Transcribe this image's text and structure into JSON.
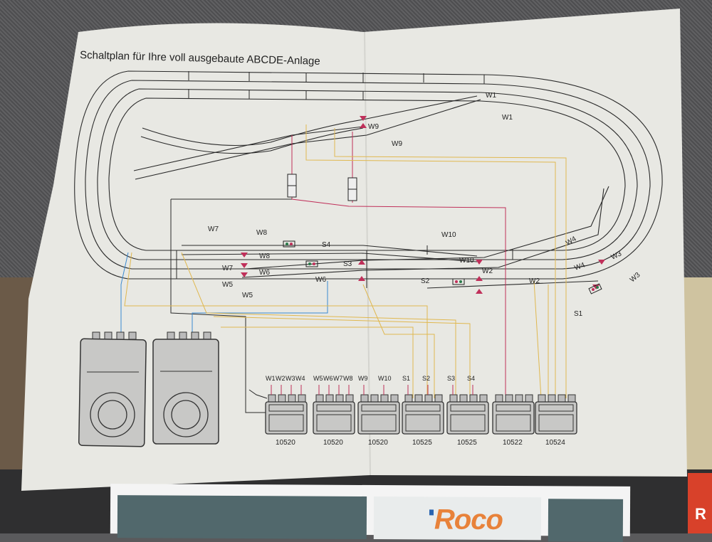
{
  "diagram": {
    "title": "Schaltplan für Ihre voll ausgebaute ABCDE-Anlage",
    "track_labels": {
      "W1": "W1",
      "W2": "W2",
      "W3": "W3",
      "W4": "W4",
      "W5": "W5",
      "W6": "W6",
      "W7": "W7",
      "W8": "W8",
      "W9": "W9",
      "W10": "W10",
      "S1": "S1",
      "S2": "S2",
      "S3": "S3",
      "S4": "S4"
    },
    "controllers": [
      {
        "name": "transformer-left"
      },
      {
        "name": "transformer-right"
      }
    ],
    "switch_boxes": [
      {
        "model": "10520",
        "inputs": [
          "W1",
          "W2",
          "W3",
          "W4"
        ]
      },
      {
        "model": "10520",
        "inputs": [
          "W5",
          "W6",
          "W7",
          "W8"
        ]
      },
      {
        "model": "10520",
        "inputs": [
          "W9",
          "W10"
        ]
      },
      {
        "model": "10525",
        "inputs": [
          "S1",
          "S2"
        ]
      },
      {
        "model": "10525",
        "inputs": [
          "S3",
          "S4"
        ]
      },
      {
        "model": "10522",
        "inputs": []
      },
      {
        "model": "10524",
        "inputs": []
      }
    ],
    "wire_colors": {
      "black": "#2a2a2a",
      "red": "#c0305a",
      "yellow": "#e0b850",
      "blue": "#3a8ad0",
      "green": "#2a7a4a"
    }
  },
  "background": {
    "brand_logo": "Roco",
    "box_letter": "R"
  }
}
